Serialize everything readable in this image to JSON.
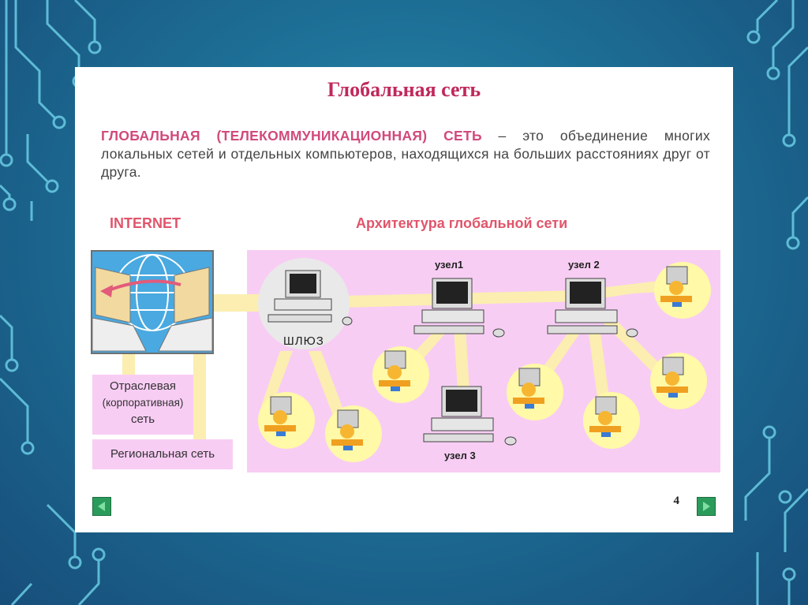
{
  "slide": {
    "title": "Глобальная сеть",
    "definition_term": "ГЛОБАЛЬНАЯ (ТЕЛЕКОММУНИКАЦИОННАЯ) СЕТЬ",
    "definition_text": " – это объединение многих локальных сетей и отдельных компьютеров, находящихся на больших расстояниях друг от друга.",
    "internet_heading": "INTERNET",
    "architecture_heading": "Архитектура глобальной сети",
    "corporate_line1": "Отраслевая",
    "corporate_line2": "(корпоративная)",
    "corporate_line3": "сеть",
    "regional_network": "Региональная сеть",
    "gateway_label": "ШЛЮЗ",
    "node1_label": "узел1",
    "node2_label": "узел 2",
    "node3_label": "узел 3",
    "page_number": "4"
  },
  "navigation": {
    "prev_icon": "triangle-left-icon",
    "next_icon": "triangle-right-icon"
  },
  "colors": {
    "title": "#c0295a",
    "heading": "#e0556b",
    "panel": "#f8cdf4",
    "link": "#fbeeb0",
    "nav_button": "#2b9b5c"
  }
}
